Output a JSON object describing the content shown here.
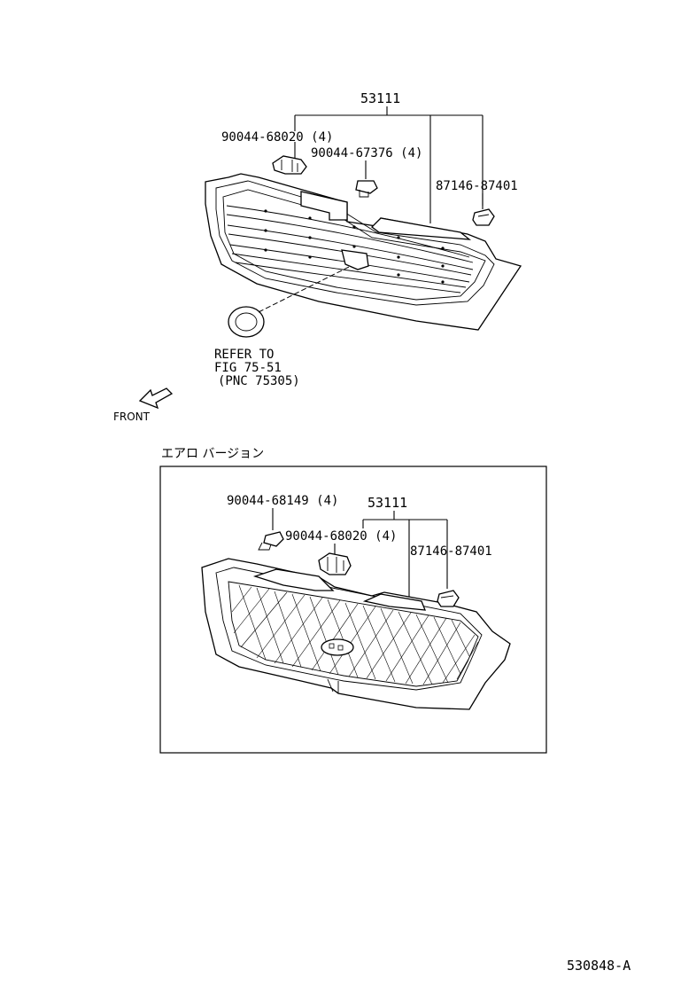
{
  "diagram": {
    "upper": {
      "assembly_part": "53111",
      "clip_part": "90044-68020 (4)",
      "screw_part": "90044-67376 (4)",
      "nut_part": "87146-87401",
      "refer_line1": "REFER TO",
      "refer_line2": "FIG 75-51",
      "refer_line3": "(PNC 75305)",
      "front_label": "FRONT"
    },
    "aero_version": {
      "heading": "エアロ バージョン",
      "assembly_part": "53111",
      "screw_part": "90044-68149 (4)",
      "clip_part": "90044-68020 (4)",
      "nut_part": "87146-87401"
    },
    "figure_code": "530848-A"
  }
}
